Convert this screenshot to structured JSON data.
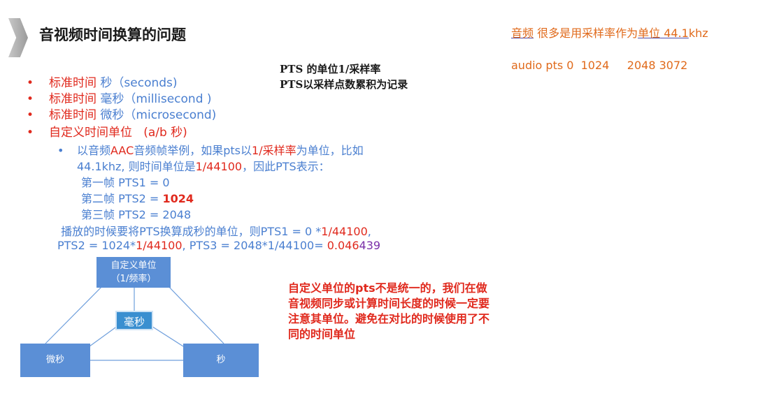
{
  "title": "音视频时间换算的问题",
  "right_note": {
    "u1": "音频",
    "mid": " 很多是用采样率作为",
    "u2": "单位",
    "u3": " 44.1",
    "tail": "khz"
  },
  "right_note2": "audio pts 0  1024     2048 3072",
  "pts_note": {
    "line1": "PTS 的单位1/采样率",
    "line2": "PTS以采样点数累积为记录"
  },
  "bullets": [
    {
      "dot": "•",
      "a": "标准时间 ",
      "b": "秒（seconds)"
    },
    {
      "dot": "•",
      "a": "标准时间 ",
      "b": "毫秒（millisecond )"
    },
    {
      "dot": "•",
      "a": "标准时间 ",
      "b": "微秒（microsecond)"
    },
    {
      "dot": "•",
      "a": "自定义时间单位 ",
      "b": "  (a/b 秒)"
    }
  ],
  "sub": {
    "dot": "•",
    "l1a": "以音频",
    "l1b": "AAC",
    "l1c": "音频帧举例，如果pts以",
    "l1d": "1/采样率",
    "l1e": "为单位，比如",
    "l2a": "44.1khz, 则时间单位是",
    "l2b": "1/44100",
    "l2c": "，因此PTS表示：",
    "l3": "第一帧 PTS1 = 0",
    "l4a": "第二帧 PTS2 = ",
    "l4b": "1024",
    "l5": "第三帧 PTS2 = 2048",
    "l6a": " 播放的时候要将PTS换算成秒的单位，则PTS1 = 0 *",
    "l6b": "1/44100",
    "l6c": ",",
    "l7a": "PTS2 = 1024*",
    "l7b": "1/44100",
    "l7c": ", PTS3 = 2048*1/44100= ",
    "l7d": "0.046",
    "l7e": "439"
  },
  "diagram": {
    "top_box": {
      "line1": "自定义单位",
      "line2": "（1/频率）"
    },
    "center": "毫秒",
    "left_box": "微秒",
    "right_box": "秒"
  },
  "red_note": "自定义单位的pts不是统一的，我们在做音视频同步或计算时间长度的时候一定要注意其单位。避免在对比的时候使用了不同的时间单位",
  "colors": {
    "accent_red": "#e0291d",
    "accent_blue": "#4a7fd0",
    "orange": "#e06a1b",
    "box_fill": "#5b8fd6"
  }
}
